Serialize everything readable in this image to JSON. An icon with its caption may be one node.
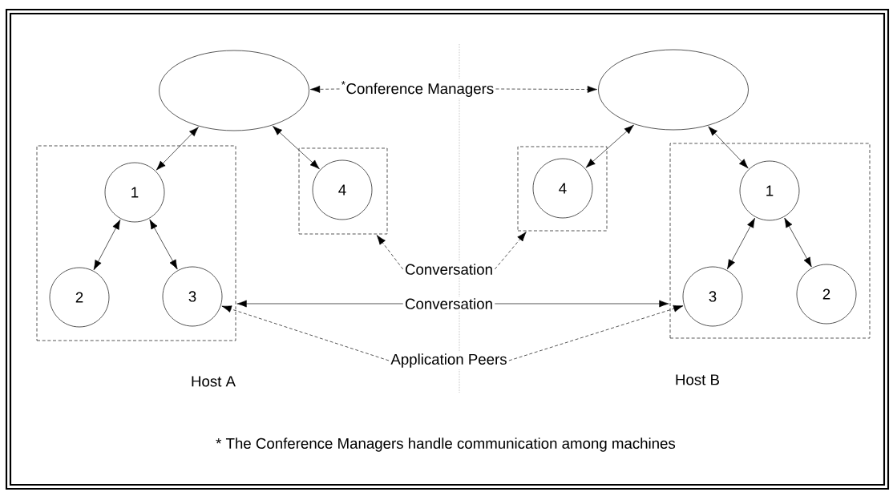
{
  "diagram": {
    "nodes": [
      {
        "text": [],
        "shape": "ellipse"
      },
      {
        "text": [],
        "shape": "ellipse"
      },
      {
        "text": [],
        "shape": "box"
      },
      {
        "text": [],
        "shape": "box"
      },
      {
        "text": [
          "1"
        ],
        "in": 2
      },
      {
        "text": [
          "2"
        ],
        "in": 2
      },
      {
        "text": [
          "3"
        ],
        "in": 2
      },
      {
        "text": [
          "4"
        ],
        "in": 3
      },
      {
        "text": [],
        "shape": "box"
      },
      {
        "text": [
          "4"
        ],
        "in": 8
      },
      {
        "text": [],
        "shape": "box"
      },
      {
        "text": [
          "1"
        ],
        "in": 10
      },
      {
        "text": [
          "3"
        ],
        "in": 10
      },
      {
        "text": [
          "2"
        ],
        "in": 10
      },
      {
        "text": [
          "$^{*}$Conference Managers"
        ]
      },
      {
        "text": [
          "Conversation"
        ]
      },
      {
        "text": [
          "Conversation"
        ]
      },
      {
        "text": [
          "Application Peers"
        ]
      }
    ],
    "edges": [
      {
        "from": 0,
        "to": 4,
        "arrow": "both"
      },
      {
        "from": 0,
        "to": 7,
        "arrow": "both"
      },
      {
        "from": 1,
        "to": 9,
        "arrow": "both"
      },
      {
        "from": 1,
        "to": 11,
        "arrow": "both"
      },
      {
        "from": 4,
        "to": 5,
        "arrow": "both"
      },
      {
        "from": 4,
        "to": 6,
        "arrow": "both"
      },
      {
        "from": 11,
        "to": 12,
        "arrow": "both"
      },
      {
        "from": 11,
        "to": 13,
        "arrow": "both"
      },
      {
        "from": 14,
        "to": 0,
        "arrow": "to",
        "style": "dashed"
      },
      {
        "from": 14,
        "to": 1,
        "arrow": "to",
        "style": "dashed"
      },
      {
        "from": 15,
        "to": 3,
        "arrow": "to",
        "style": "dashed"
      },
      {
        "from": 15,
        "to": 8,
        "arrow": "to",
        "style": "dashed"
      },
      {
        "from": 16,
        "to": 2,
        "arrow": "to"
      },
      {
        "from": 16,
        "to": 10,
        "arrow": "to"
      },
      {
        "from": 17,
        "to": 6,
        "arrow": "to",
        "style": "dashed"
      },
      {
        "from": 17,
        "to": 12,
        "arrow": "to",
        "style": "dashed"
      }
    ],
    "labels": [
      "Host A",
      "Host B",
      "* The Conference Managers handle communication among machines"
    ]
  }
}
